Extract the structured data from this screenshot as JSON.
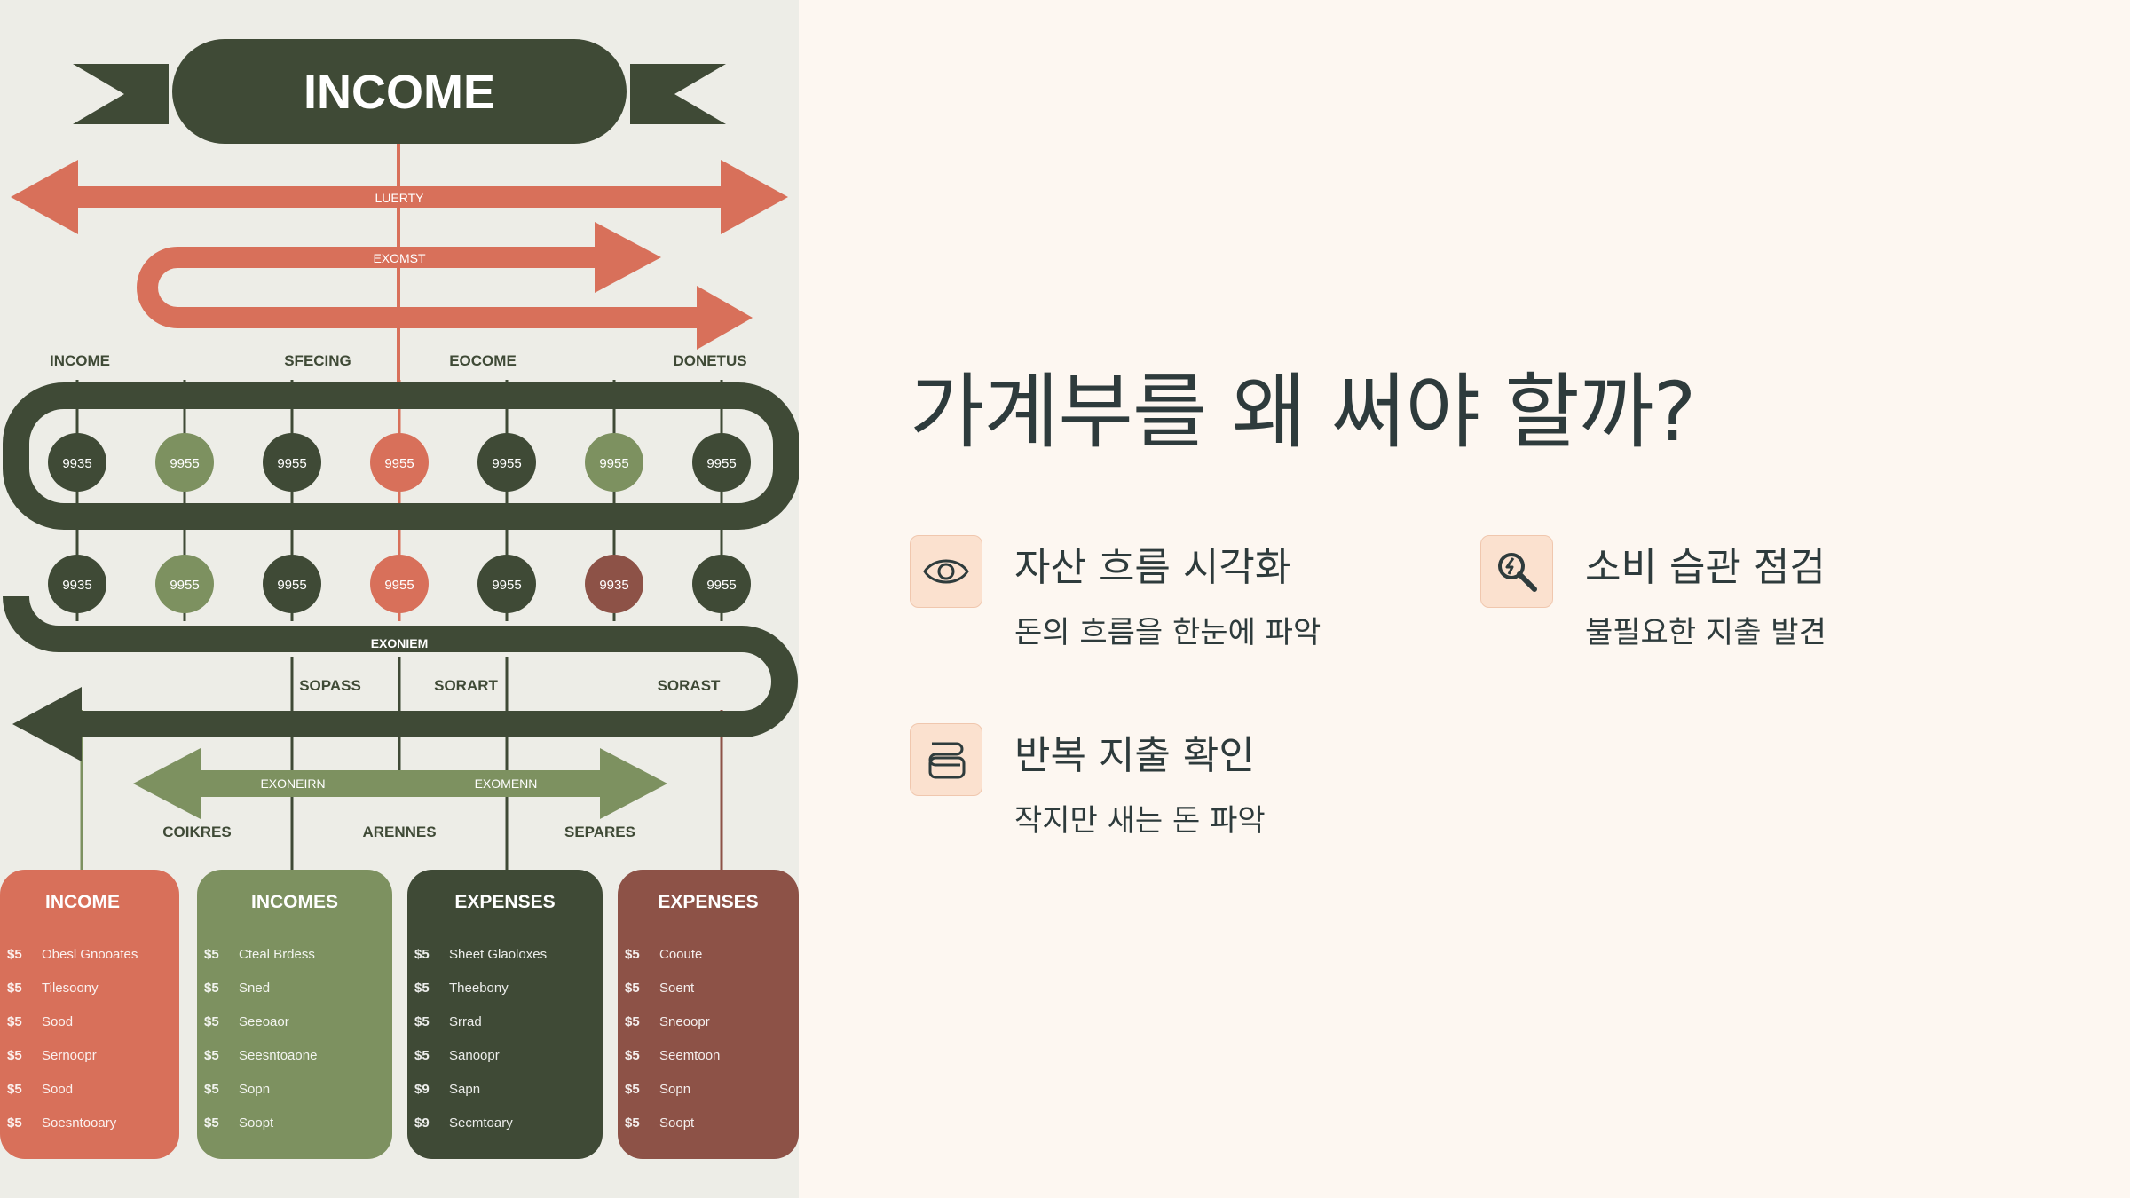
{
  "illustration": {
    "banner": "INCOME",
    "arrows": [
      "LUERTY",
      "EXOMST"
    ],
    "top_labels": [
      "INCOME",
      "SFECING",
      "EOCOME",
      "DONETUS"
    ],
    "row1_values": [
      "9935",
      "9955",
      "9955",
      "9955",
      "9955",
      "9955",
      "9955"
    ],
    "row2_values": [
      "9935",
      "9955",
      "9955",
      "9955",
      "9955",
      "9935",
      "9955"
    ],
    "mid_label": "EXONIEM",
    "branch_labels": [
      "SOPASS",
      "SORART",
      "SORAST"
    ],
    "green_arrow_labels": [
      "EXONEIRN",
      "EXOMENN"
    ],
    "lower_labels": [
      "COIKRES",
      "ARENNES",
      "SEPARES"
    ],
    "cards": [
      {
        "title": "INCOME",
        "rows": [
          [
            "$5",
            "Obesl Gnooates"
          ],
          [
            "$5",
            "Tilesoony"
          ],
          [
            "$5",
            "Sood"
          ],
          [
            "$5",
            "Sernoopr"
          ],
          [
            "$5",
            "Sood"
          ],
          [
            "$5",
            "Soesntooary"
          ]
        ]
      },
      {
        "title": "INCOMES",
        "rows": [
          [
            "$5",
            "Cteal Brdess"
          ],
          [
            "$5",
            "Sned"
          ],
          [
            "$5",
            "Seeoaor"
          ],
          [
            "$5",
            "Seesntoaone"
          ],
          [
            "$5",
            "Sopn"
          ],
          [
            "$5",
            "Soopt"
          ]
        ]
      },
      {
        "title": "EXPENSES",
        "rows": [
          [
            "$5",
            "Sheet Glaoloxes"
          ],
          [
            "$5",
            "Theebony"
          ],
          [
            "$5",
            "Srrad"
          ],
          [
            "$5",
            "Sanoopr"
          ],
          [
            "$9",
            "Sapn"
          ],
          [
            "$9",
            "Secmtoary"
          ]
        ]
      },
      {
        "title": "EXPENSES",
        "rows": [
          [
            "$5",
            "Cooute"
          ],
          [
            "$5",
            "Soent"
          ],
          [
            "$5",
            "Sneoopr"
          ],
          [
            "$5",
            "Seemtoon"
          ],
          [
            "$5",
            "Sopn"
          ],
          [
            "$5",
            "Soopt"
          ]
        ]
      }
    ]
  },
  "slide": {
    "title": "가계부를 왜 써야 할까?",
    "features": [
      {
        "icon": "eye-icon",
        "title": "자산 흐름 시각화",
        "desc": "돈의 흐름을 한눈에 파악"
      },
      {
        "icon": "magnifier-icon",
        "title": "소비 습관 점검",
        "desc": "불필요한 지출 발견"
      },
      {
        "icon": "repeat-box-icon",
        "title": "반복 지출 확인",
        "desc": "작지만 새는 돈 파악"
      }
    ]
  },
  "colors": {
    "dark_green": "#3f4a36",
    "sage": "#7d9160",
    "coral": "#d8705a",
    "brown": "#8d5247",
    "icon_bg": "#fbe1cf",
    "text": "#2e3b3c"
  }
}
